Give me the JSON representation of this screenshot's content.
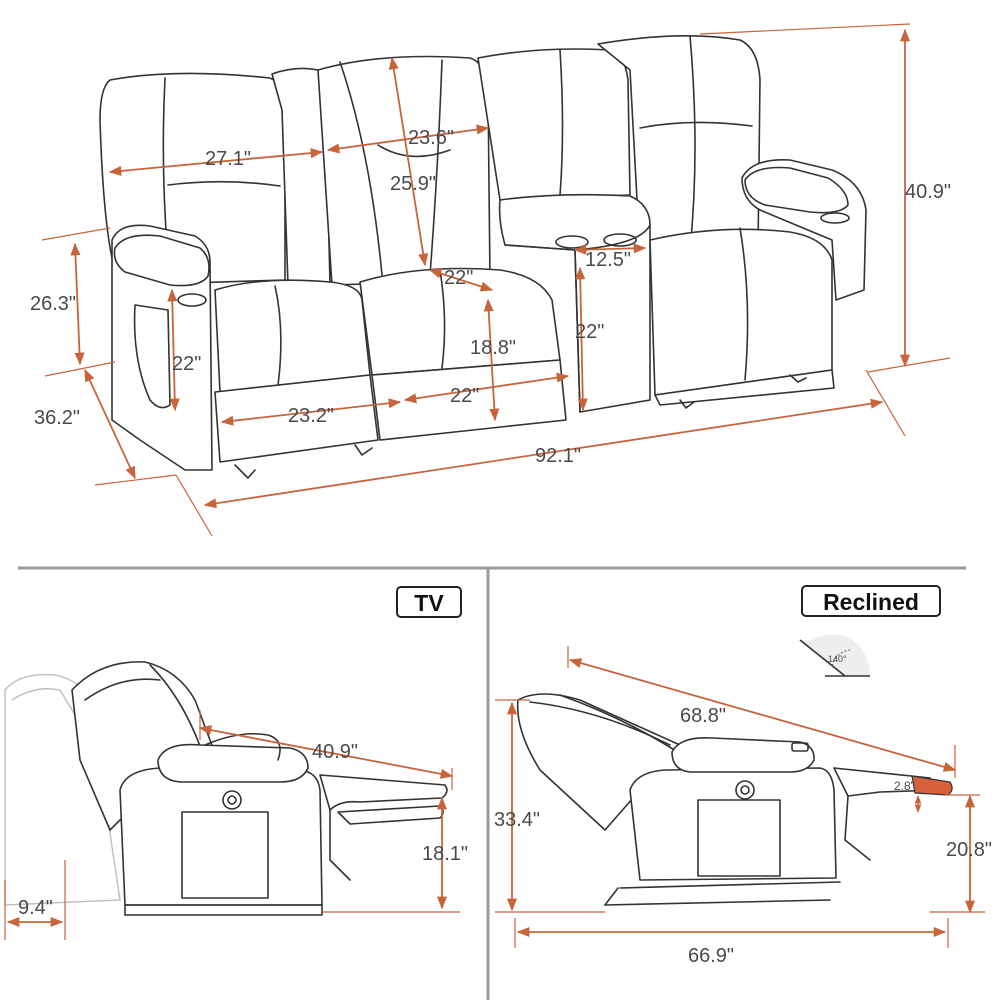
{
  "colors": {
    "dimension": "#c8643c",
    "outline": "#333333",
    "text": "#4a4a4a",
    "divider": "#9a9a9a"
  },
  "top_view": {
    "seat_width_left": "27.1\"",
    "seat_width_mid": "23.6\"",
    "back_height": "25.9\"",
    "seat_depth_gap": "22\"",
    "console_width": "12.5\"",
    "armrest_height": "26.3\"",
    "arm_inner_height": "22\"",
    "seat_height": "18.8\"",
    "console_height": "22\"",
    "depth": "36.2\"",
    "seat_width_bottom_left": "23.2\"",
    "seat_width_bottom_mid": "22\"",
    "total_width": "92.1\"",
    "total_height": "40.9\""
  },
  "tv_view": {
    "label": "TV",
    "length": "40.9\"",
    "leg_rest_height": "18.1\"",
    "wall_gap": "9.4\""
  },
  "reclined_view": {
    "label": "Reclined",
    "angle": "140°",
    "length": "68.8\"",
    "height": "33.4\"",
    "foot_thickness": "2.8\"",
    "foot_height": "20.8\"",
    "depth": "66.9\""
  }
}
